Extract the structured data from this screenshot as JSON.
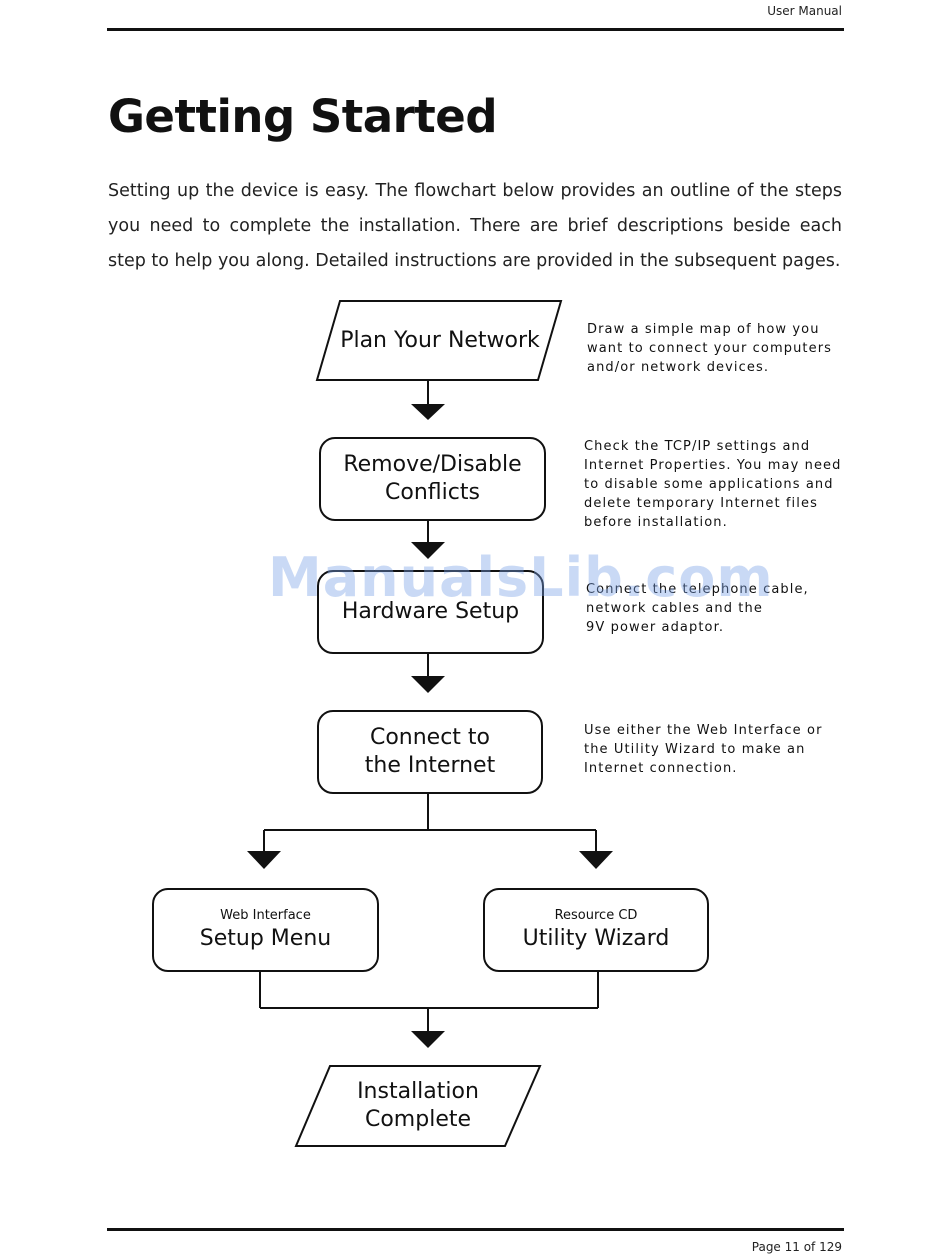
{
  "header": {
    "title": "User Manual"
  },
  "page": {
    "heading": "Getting Started",
    "intro": "Setting up the device is easy. The flowchart below provides an outline of the steps you need to complete the installation. There are brief descriptions beside each step to help you along. Detailed instructions are provided in the subsequent pages."
  },
  "flowchart": {
    "plan": {
      "label": "Plan Your Network"
    },
    "plan_note": [
      "Draw a simple map of how you",
      "want to connect your computers",
      "and/or network devices."
    ],
    "remove": {
      "line1": "Remove/Disable",
      "line2": "Conflicts"
    },
    "remove_note": [
      "Check the TCP/IP settings and",
      "Internet Properties. You may need",
      "to disable some applications and",
      "delete temporary Internet files",
      "before installation."
    ],
    "hardware": {
      "label": "Hardware Setup"
    },
    "hardware_note": [
      "Connect the telephone cable,",
      "network cables and the",
      "9V power adaptor."
    ],
    "connect": {
      "line1": "Connect to",
      "line2": "the Internet"
    },
    "connect_note": [
      "Use either the Web Interface or",
      "the Utility Wizard to make an",
      "Internet connection."
    ],
    "setup_menu": {
      "sub": "Web Interface",
      "label": "Setup Menu"
    },
    "utility": {
      "sub": "Resource CD",
      "label": "Utility Wizard"
    },
    "complete": {
      "line1": "Installation",
      "line2": "Complete"
    }
  },
  "watermark": "ManualsLib.com",
  "footer": {
    "page": "Page 11 of 129"
  }
}
